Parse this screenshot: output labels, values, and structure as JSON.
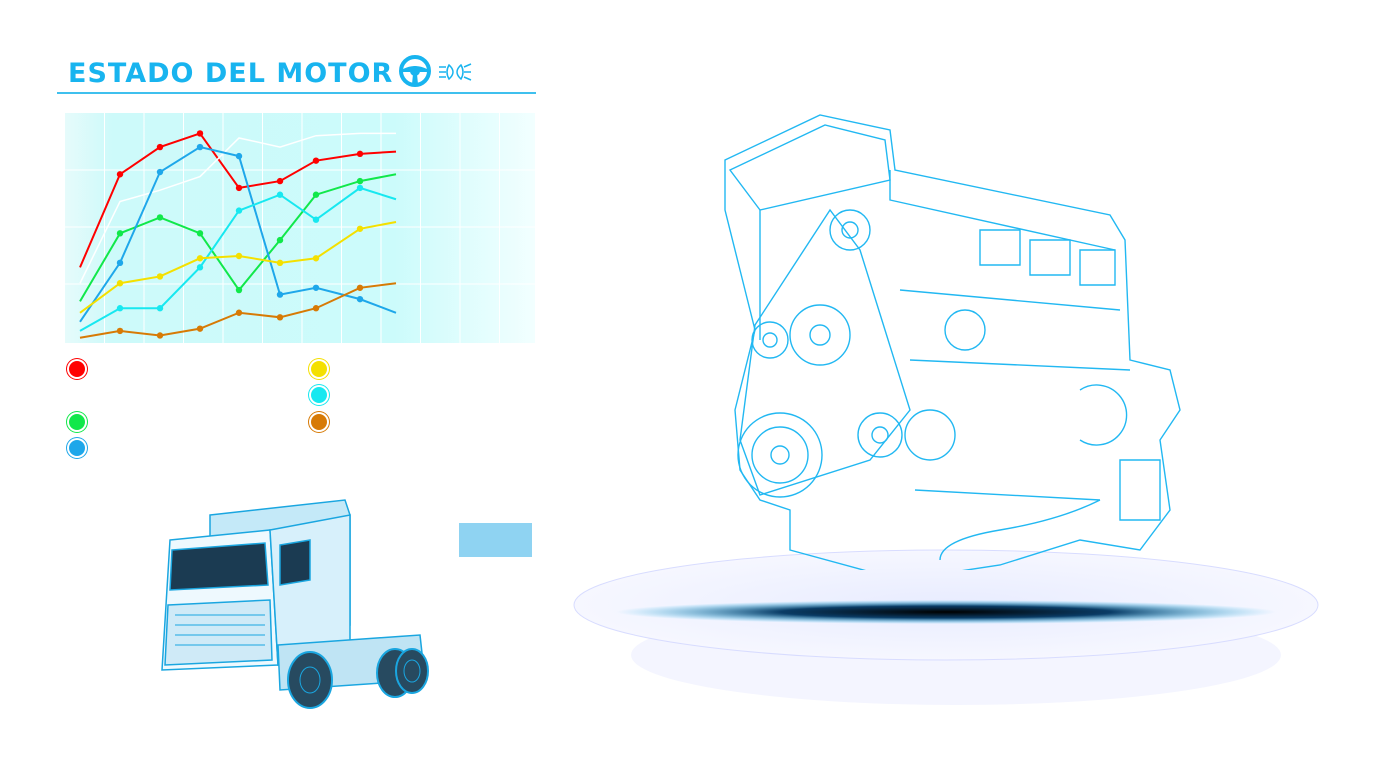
{
  "header": {
    "title": "ESTADO DEL MOTOR",
    "icons": [
      "steering-wheel-icon",
      "headlight-icon"
    ]
  },
  "colors": {
    "accent": "#18b4ef",
    "red": "#ff0000",
    "green": "#11e84a",
    "blue": "#1ea7ea",
    "yellow": "#f4e000",
    "cyan": "#17e8f0",
    "orange": "#d77a05",
    "white": "#ffffff"
  },
  "chart_data": {
    "type": "line",
    "title": "",
    "xlabel": "",
    "ylabel": "",
    "x": [
      1,
      2,
      3,
      4,
      5,
      6,
      7,
      8,
      9
    ],
    "ylim": [
      0,
      100
    ],
    "grid": true,
    "series": [
      {
        "name": "red",
        "color": "#ff0000",
        "values": [
          32,
          73,
          85,
          91,
          67,
          70,
          79,
          82,
          83
        ]
      },
      {
        "name": "white",
        "color": "#ffffff",
        "values": [
          25,
          61,
          66,
          72,
          89,
          85,
          90,
          91,
          91
        ]
      },
      {
        "name": "green",
        "color": "#11e84a",
        "values": [
          17,
          47,
          54,
          47,
          22,
          44,
          64,
          70,
          73
        ]
      },
      {
        "name": "blue",
        "color": "#1ea7ea",
        "values": [
          8,
          34,
          74,
          85,
          81,
          20,
          23,
          18,
          12
        ]
      },
      {
        "name": "cyan",
        "color": "#17e8f0",
        "values": [
          4,
          14,
          14,
          32,
          57,
          64,
          53,
          67,
          62
        ]
      },
      {
        "name": "yellow",
        "color": "#f4e000",
        "values": [
          12,
          25,
          28,
          36,
          37,
          34,
          36,
          49,
          52
        ]
      },
      {
        "name": "orange",
        "color": "#d77a05",
        "values": [
          1,
          4,
          2,
          5,
          12,
          10,
          14,
          23,
          25
        ]
      }
    ]
  },
  "legend": [
    {
      "color": "#ff0000"
    },
    {
      "color": "#11e84a"
    },
    {
      "color": "#1ea7ea"
    },
    {
      "color": "#f4e000"
    },
    {
      "color": "#17e8f0"
    },
    {
      "color": "#d77a05"
    }
  ]
}
